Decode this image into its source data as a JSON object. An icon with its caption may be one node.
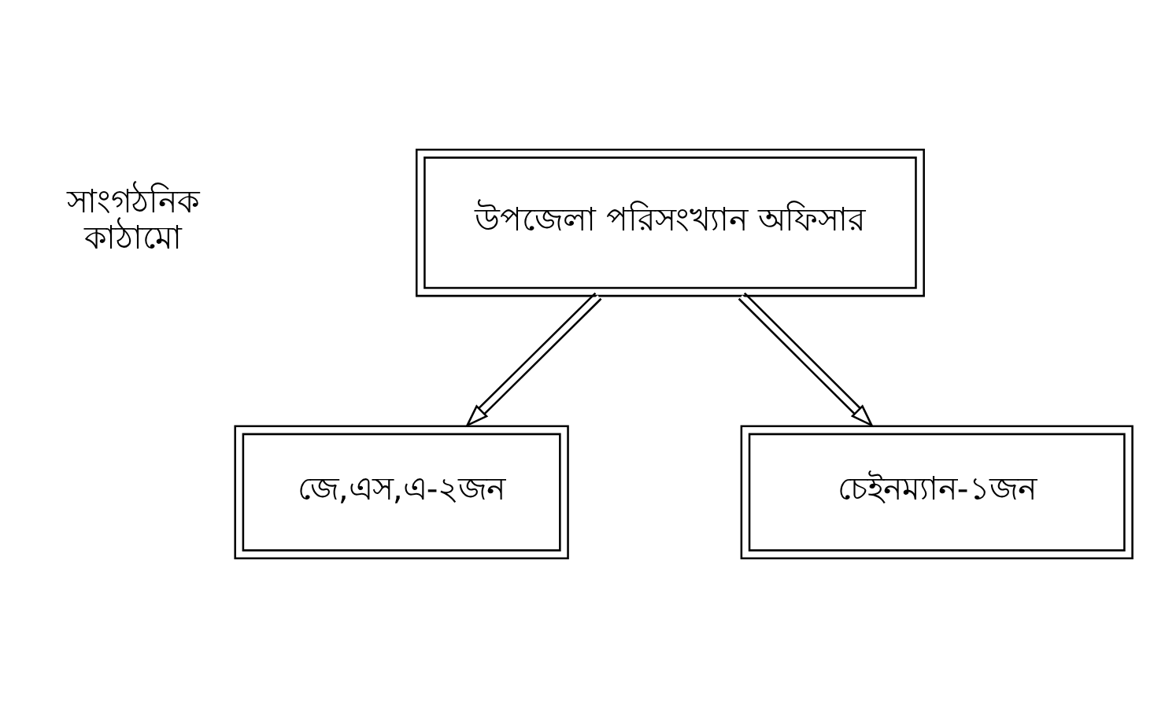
{
  "diagram": {
    "nodes": [
      {
        "text": [
          "উপজেলা পরিসংখ্যান অফিসার"
        ]
      },
      {
        "text": [
          "জে,এস,এ-২জন"
        ]
      },
      {
        "text": [
          "চেইনম্যান-১জন"
        ]
      }
    ],
    "edges": [
      {
        "from": 0,
        "to": 1,
        "arrow": "to"
      },
      {
        "from": 0,
        "to": 2,
        "arrow": "to"
      }
    ],
    "labels": [
      "সাংগঠনিক কাঠামো"
    ]
  }
}
